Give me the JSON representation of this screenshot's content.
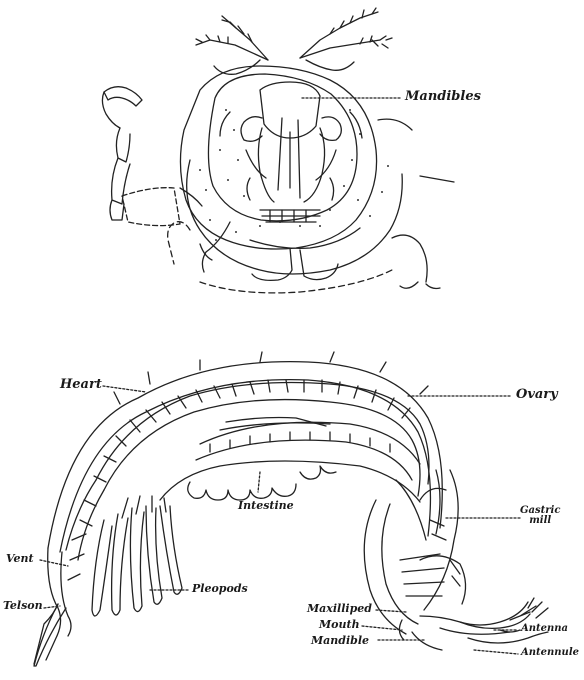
{
  "figure": {
    "top_labels": {
      "mandibles": "Mandibles"
    },
    "bottom_labels": {
      "heart": "Heart",
      "ovary": "Ovary",
      "intestine": "Intestine",
      "gastric_mill": "Gastric\nmill",
      "vent": "Vent",
      "pleopods": "Pleopods",
      "telson": "Telson",
      "maxilliped": "Maxilliped",
      "mouth": "Mouth",
      "mandible": "Mandible",
      "antenna": "Antenna",
      "antennule": "Antennule"
    }
  }
}
